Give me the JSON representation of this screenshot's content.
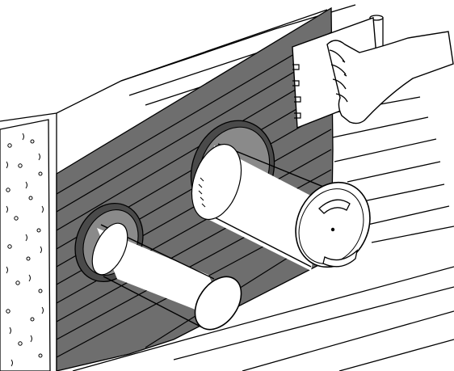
{
  "colors": {
    "background": "#ffffff",
    "line": "#000000",
    "panel": "#6e6e6e",
    "gasket": "#4a4a4a",
    "gasket_inner": "#8a8a8a",
    "pipe_fill": "#ffffff"
  },
  "diagram": {
    "components": [
      "wall-cladding",
      "insulation-layer",
      "dark-wall-panel",
      "exhaust-pipe",
      "intake-pipe",
      "intake-cap",
      "cover-plate",
      "hand",
      "vertical-pole"
    ]
  }
}
